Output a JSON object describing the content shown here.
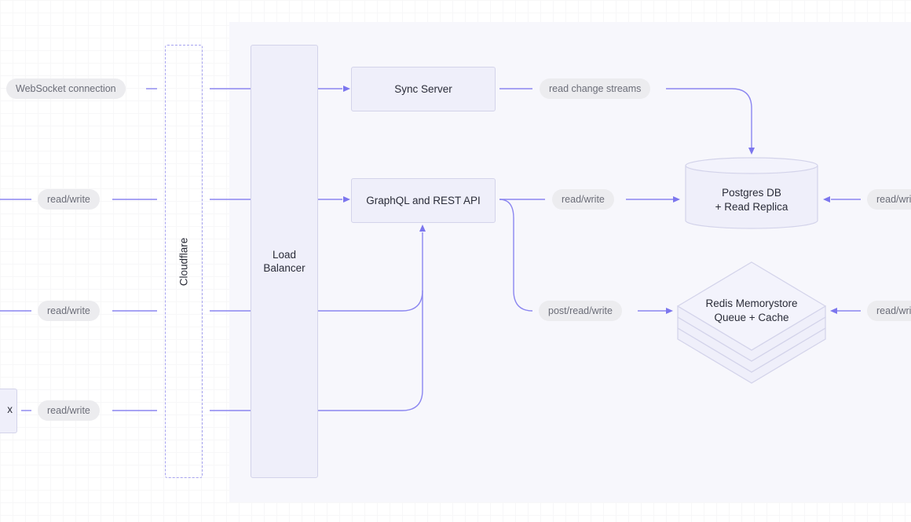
{
  "diagram": {
    "nodes": {
      "cloudflare": "Cloudflare",
      "load_balancer_line1": "Load",
      "load_balancer_line2": "Balancer",
      "sync_server": "Sync Server",
      "api": "GraphQL and REST API",
      "postgres_line1": "Postgres DB",
      "postgres_line2": "+ Read Replica",
      "redis_line1": "Redis Memorystore",
      "redis_line2": "Queue + Cache",
      "client_partial": "x"
    },
    "edge_labels": {
      "websocket": "WebSocket connection",
      "client_rw_1": "read/write",
      "client_rw_2": "read/write",
      "client_rw_3": "read/write",
      "read_change_streams": "read change streams",
      "api_db_rw": "read/write",
      "api_redis": "post/read/write",
      "db_right_rw": "read/wri",
      "redis_right_rw": "read/wri"
    }
  }
}
